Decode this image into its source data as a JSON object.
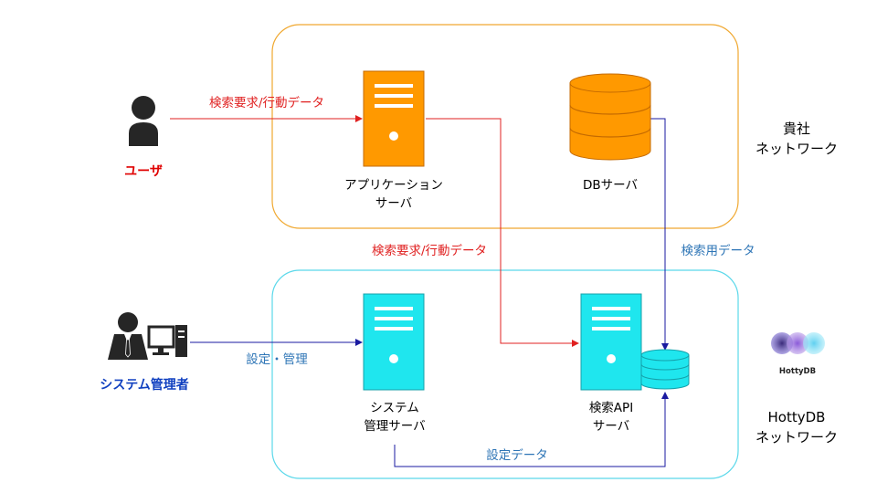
{
  "network_labels": {
    "company": [
      "貴社",
      "ネットワーク"
    ],
    "hottydb": [
      "HottyDB",
      "ネットワーク"
    ]
  },
  "actors": {
    "user": "ユーザ",
    "admin": "システム管理者"
  },
  "servers": {
    "app": [
      "アプリケーション",
      "サーバ"
    ],
    "db": "DBサーバ",
    "admin_server": [
      "システム",
      "管理サーバ"
    ],
    "search_api": [
      "検索API",
      "サーバ"
    ]
  },
  "flows": {
    "user_to_app": "検索要求/行動データ",
    "app_to_api": "検索要求/行動データ",
    "db_to_api": "検索用データ",
    "admin_to_server": "設定・管理",
    "server_to_api": "設定データ"
  },
  "logo": {
    "text": "HottyDB"
  },
  "colors": {
    "company_border": "#f0a830",
    "hotty_border": "#5ad8ea",
    "orange": "#ff9900",
    "cyan": "#1fe6ee",
    "red_flow": "#e02020",
    "blue_flow": "#1a1aa0",
    "blue_label": "#2e75b6",
    "user_label": "#e00000",
    "admin_label": "#1040c0"
  },
  "icons": {
    "user": "person-icon",
    "admin": "admin-with-computer-icon",
    "app": "server-icon",
    "db": "database-icon",
    "admin_server": "server-icon",
    "search_api": "server-icon",
    "api_db": "database-icon",
    "logo": "hottydb-logo"
  }
}
